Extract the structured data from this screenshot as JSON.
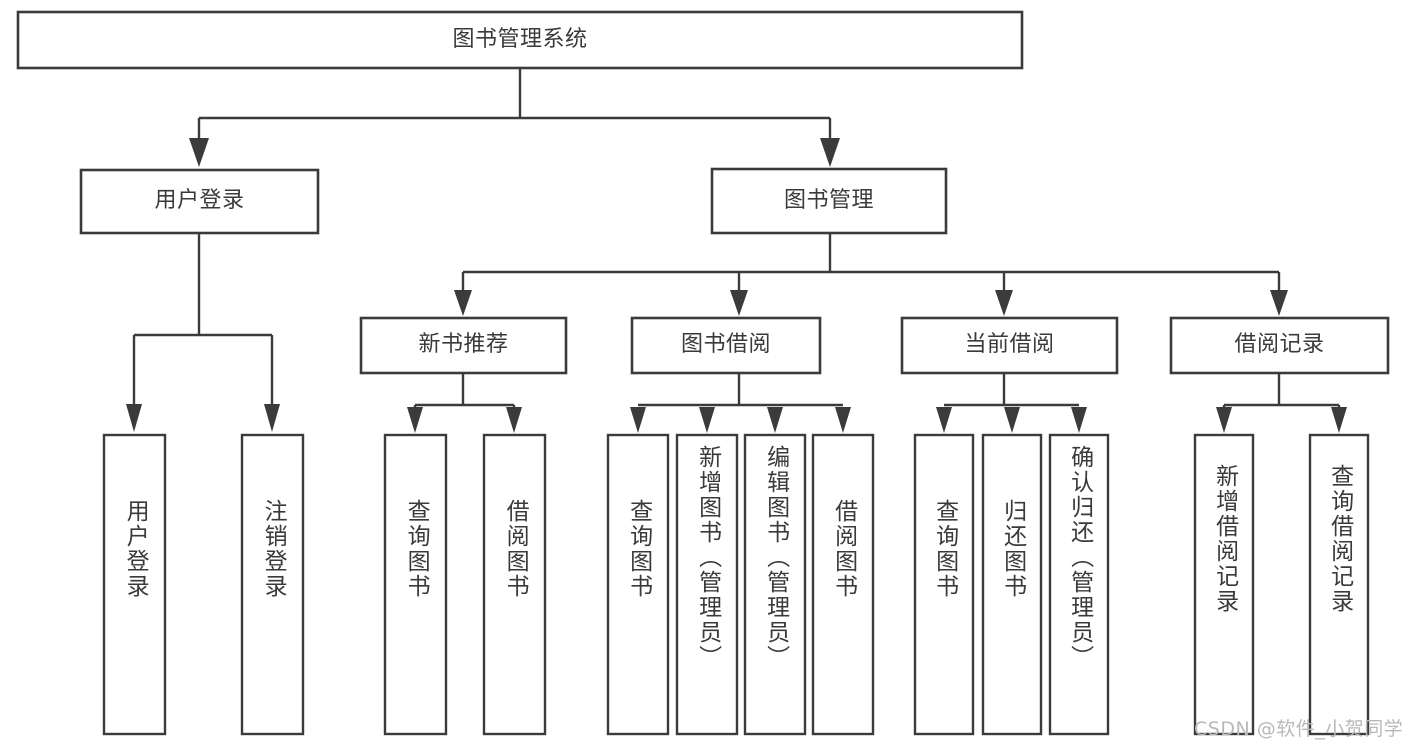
{
  "diagram": {
    "title_node": {
      "label": "图书管理系统"
    },
    "level1": [
      {
        "label": "用户登录"
      },
      {
        "label": "图书管理"
      }
    ],
    "level2": [
      {
        "label": "新书推荐"
      },
      {
        "label": "图书借阅"
      },
      {
        "label": "当前借阅"
      },
      {
        "label": "借阅记录"
      }
    ],
    "leaves": {
      "user_login": [
        {
          "label": "用户登录"
        },
        {
          "label": "注销登录"
        }
      ],
      "new_book_recommend": [
        {
          "label": "查询图书"
        },
        {
          "label": "借阅图书"
        }
      ],
      "book_borrow": [
        {
          "label": "查询图书"
        },
        {
          "label": "新增图书（管理员）"
        },
        {
          "label": "编辑图书（管理员）"
        },
        {
          "label": "借阅图书"
        }
      ],
      "current_borrow": [
        {
          "label": "查询图书"
        },
        {
          "label": "归还图书"
        },
        {
          "label": "确认归还（管理员）"
        }
      ],
      "borrow_record": [
        {
          "label": "新增借阅记录"
        },
        {
          "label": "查询借阅记录"
        }
      ]
    }
  },
  "watermark": {
    "text": "CSDN @软件_小贺同学"
  },
  "colors": {
    "stroke": "#3b3b3b",
    "text": "#3a3a3a",
    "background": "#ffffff",
    "watermark": "#b9b9b9"
  }
}
